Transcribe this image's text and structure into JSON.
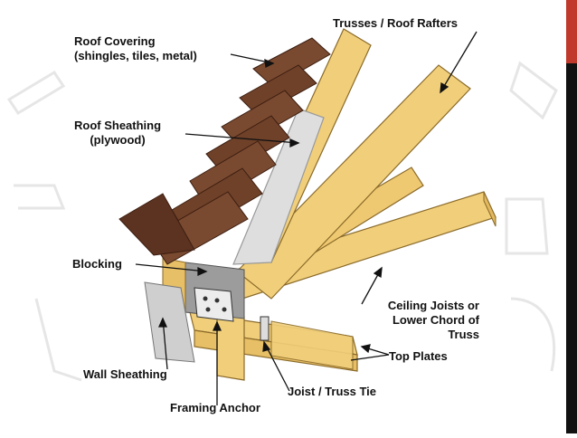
{
  "labels": {
    "roof_covering": [
      "Roof Covering",
      "(shingles, tiles, metal)"
    ],
    "trusses": "Trusses / Roof Rafters",
    "roof_sheathing": [
      "Roof Sheathing",
      "(plywood)"
    ],
    "blocking": "Blocking",
    "ceiling_joists": [
      "Ceiling Joists or",
      "Lower Chord of",
      "Truss"
    ],
    "top_plates": "Top Plates",
    "wall_sheathing": "Wall Sheathing",
    "joist_tie": "Joist / Truss Tie",
    "framing_anchor": "Framing Anchor"
  },
  "colors": {
    "wood": "#f1cf7a",
    "wood_edge": "#8a6a2a",
    "shingle": "#7a4a30",
    "shingle_dark": "#4e2a18",
    "sheathing": "#d9d9d9",
    "wall_sheathing": "#c9c9c9",
    "accent_bar": "#111111",
    "accent_red": "#c0392b"
  }
}
